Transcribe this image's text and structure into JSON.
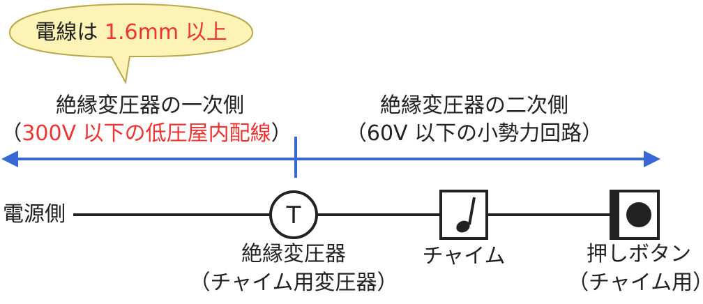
{
  "colors": {
    "arrow_blue": "#3a67d6",
    "red_text": "#ee3333",
    "bubble_fill": "#fdf3b6",
    "bubble_stroke": "#b8a84a",
    "line_black": "#222222"
  },
  "callout": {
    "prefix": "電線は ",
    "highlight": "1.6mm 以上"
  },
  "primary": {
    "title": "絶縁変圧器の一次側",
    "paren_open": "（",
    "detail": "300V 以下の低圧屋内配線",
    "paren_close": "）"
  },
  "secondary": {
    "title": "絶縁変圧器の二次側",
    "detail": "（60V 以下の小勢力回路）"
  },
  "circuit": {
    "source_label": "電源側",
    "transformer_symbol": "T",
    "transformer_label_1": "絶縁変圧器",
    "transformer_label_2": "（チャイム用変圧器）",
    "chime_label": "チャイム",
    "button_label_1": "押しボタン",
    "button_label_2": "（チャイム用）"
  },
  "icons": {
    "chime": "music-note-icon",
    "button": "push-button-icon"
  }
}
